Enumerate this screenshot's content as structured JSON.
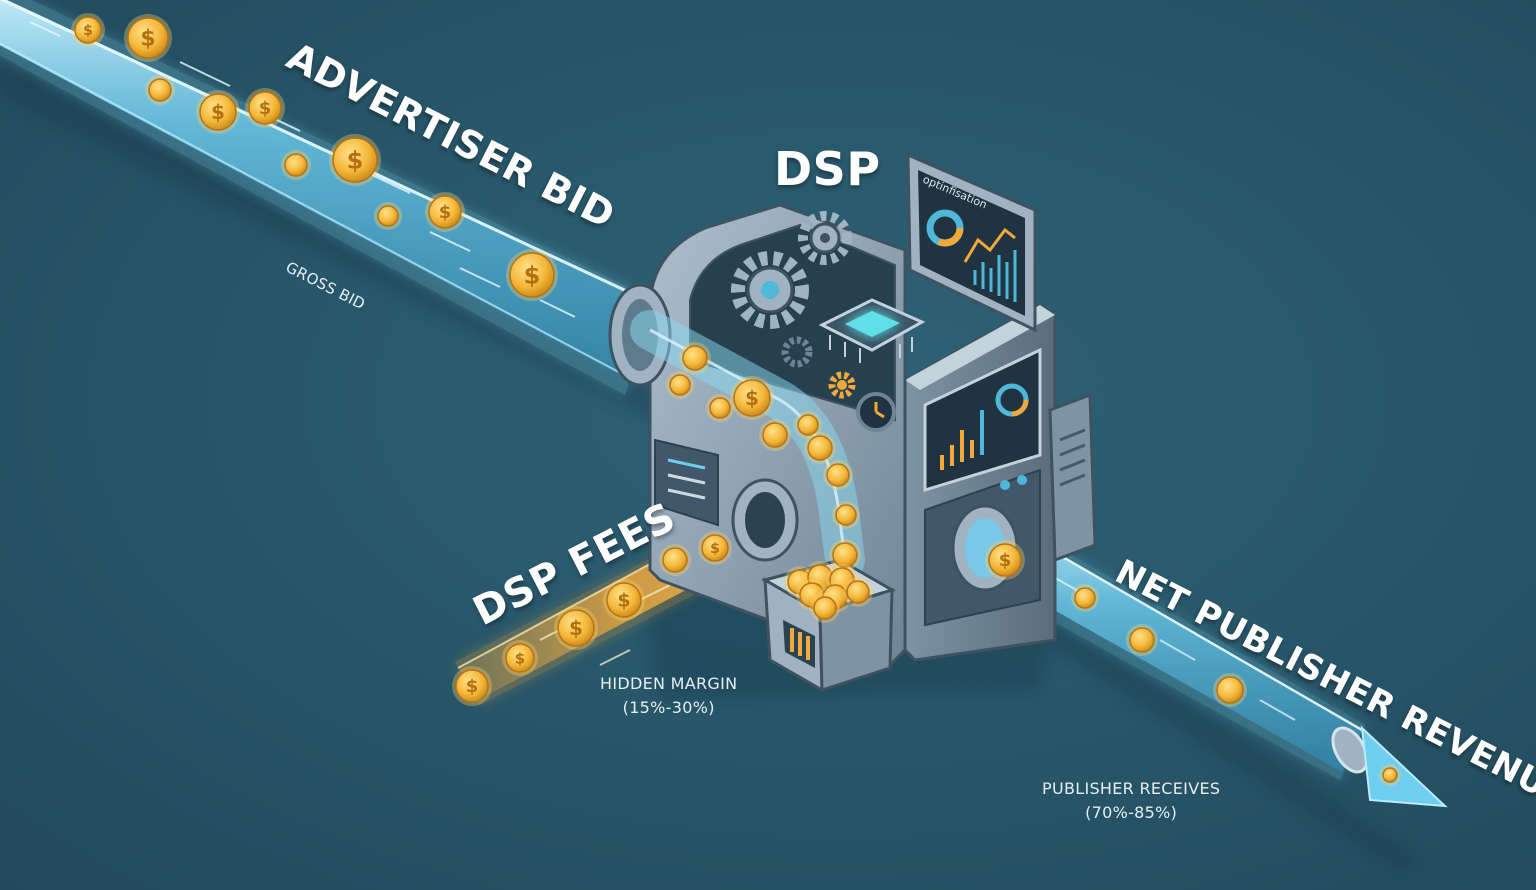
{
  "labels": {
    "dsp_title": "DSP",
    "advertiser_bid": "ADVERTISER BID",
    "gross_bid": "GROSS BID",
    "dsp_fees": "DSP FEES",
    "net_publisher_revenue": "NET PUBLISHER REVENUE",
    "hidden_margin": "HIDDEN MARGIN",
    "hidden_margin_range": "(15%-30%)",
    "publisher_receives": "PUBLISHER RECEIVES",
    "publisher_receives_range": "(70%-85%)",
    "screen_optimisation": "optinfisation",
    "coin_symbol": "$"
  },
  "colors": {
    "background": "#28566a",
    "bid_stream": "#7fd8f5",
    "fee_stream": "#f2a93b",
    "coin": "#f4b73a",
    "machine_body": "#8fa3b3",
    "chip_glow": "#5ee0e8"
  },
  "icons": [
    "gear-icon",
    "chip-icon",
    "clock-icon",
    "bar-chart-icon",
    "donut-chart-icon",
    "arrow-right-icon",
    "coin-icon",
    "coin-bin-icon"
  ]
}
